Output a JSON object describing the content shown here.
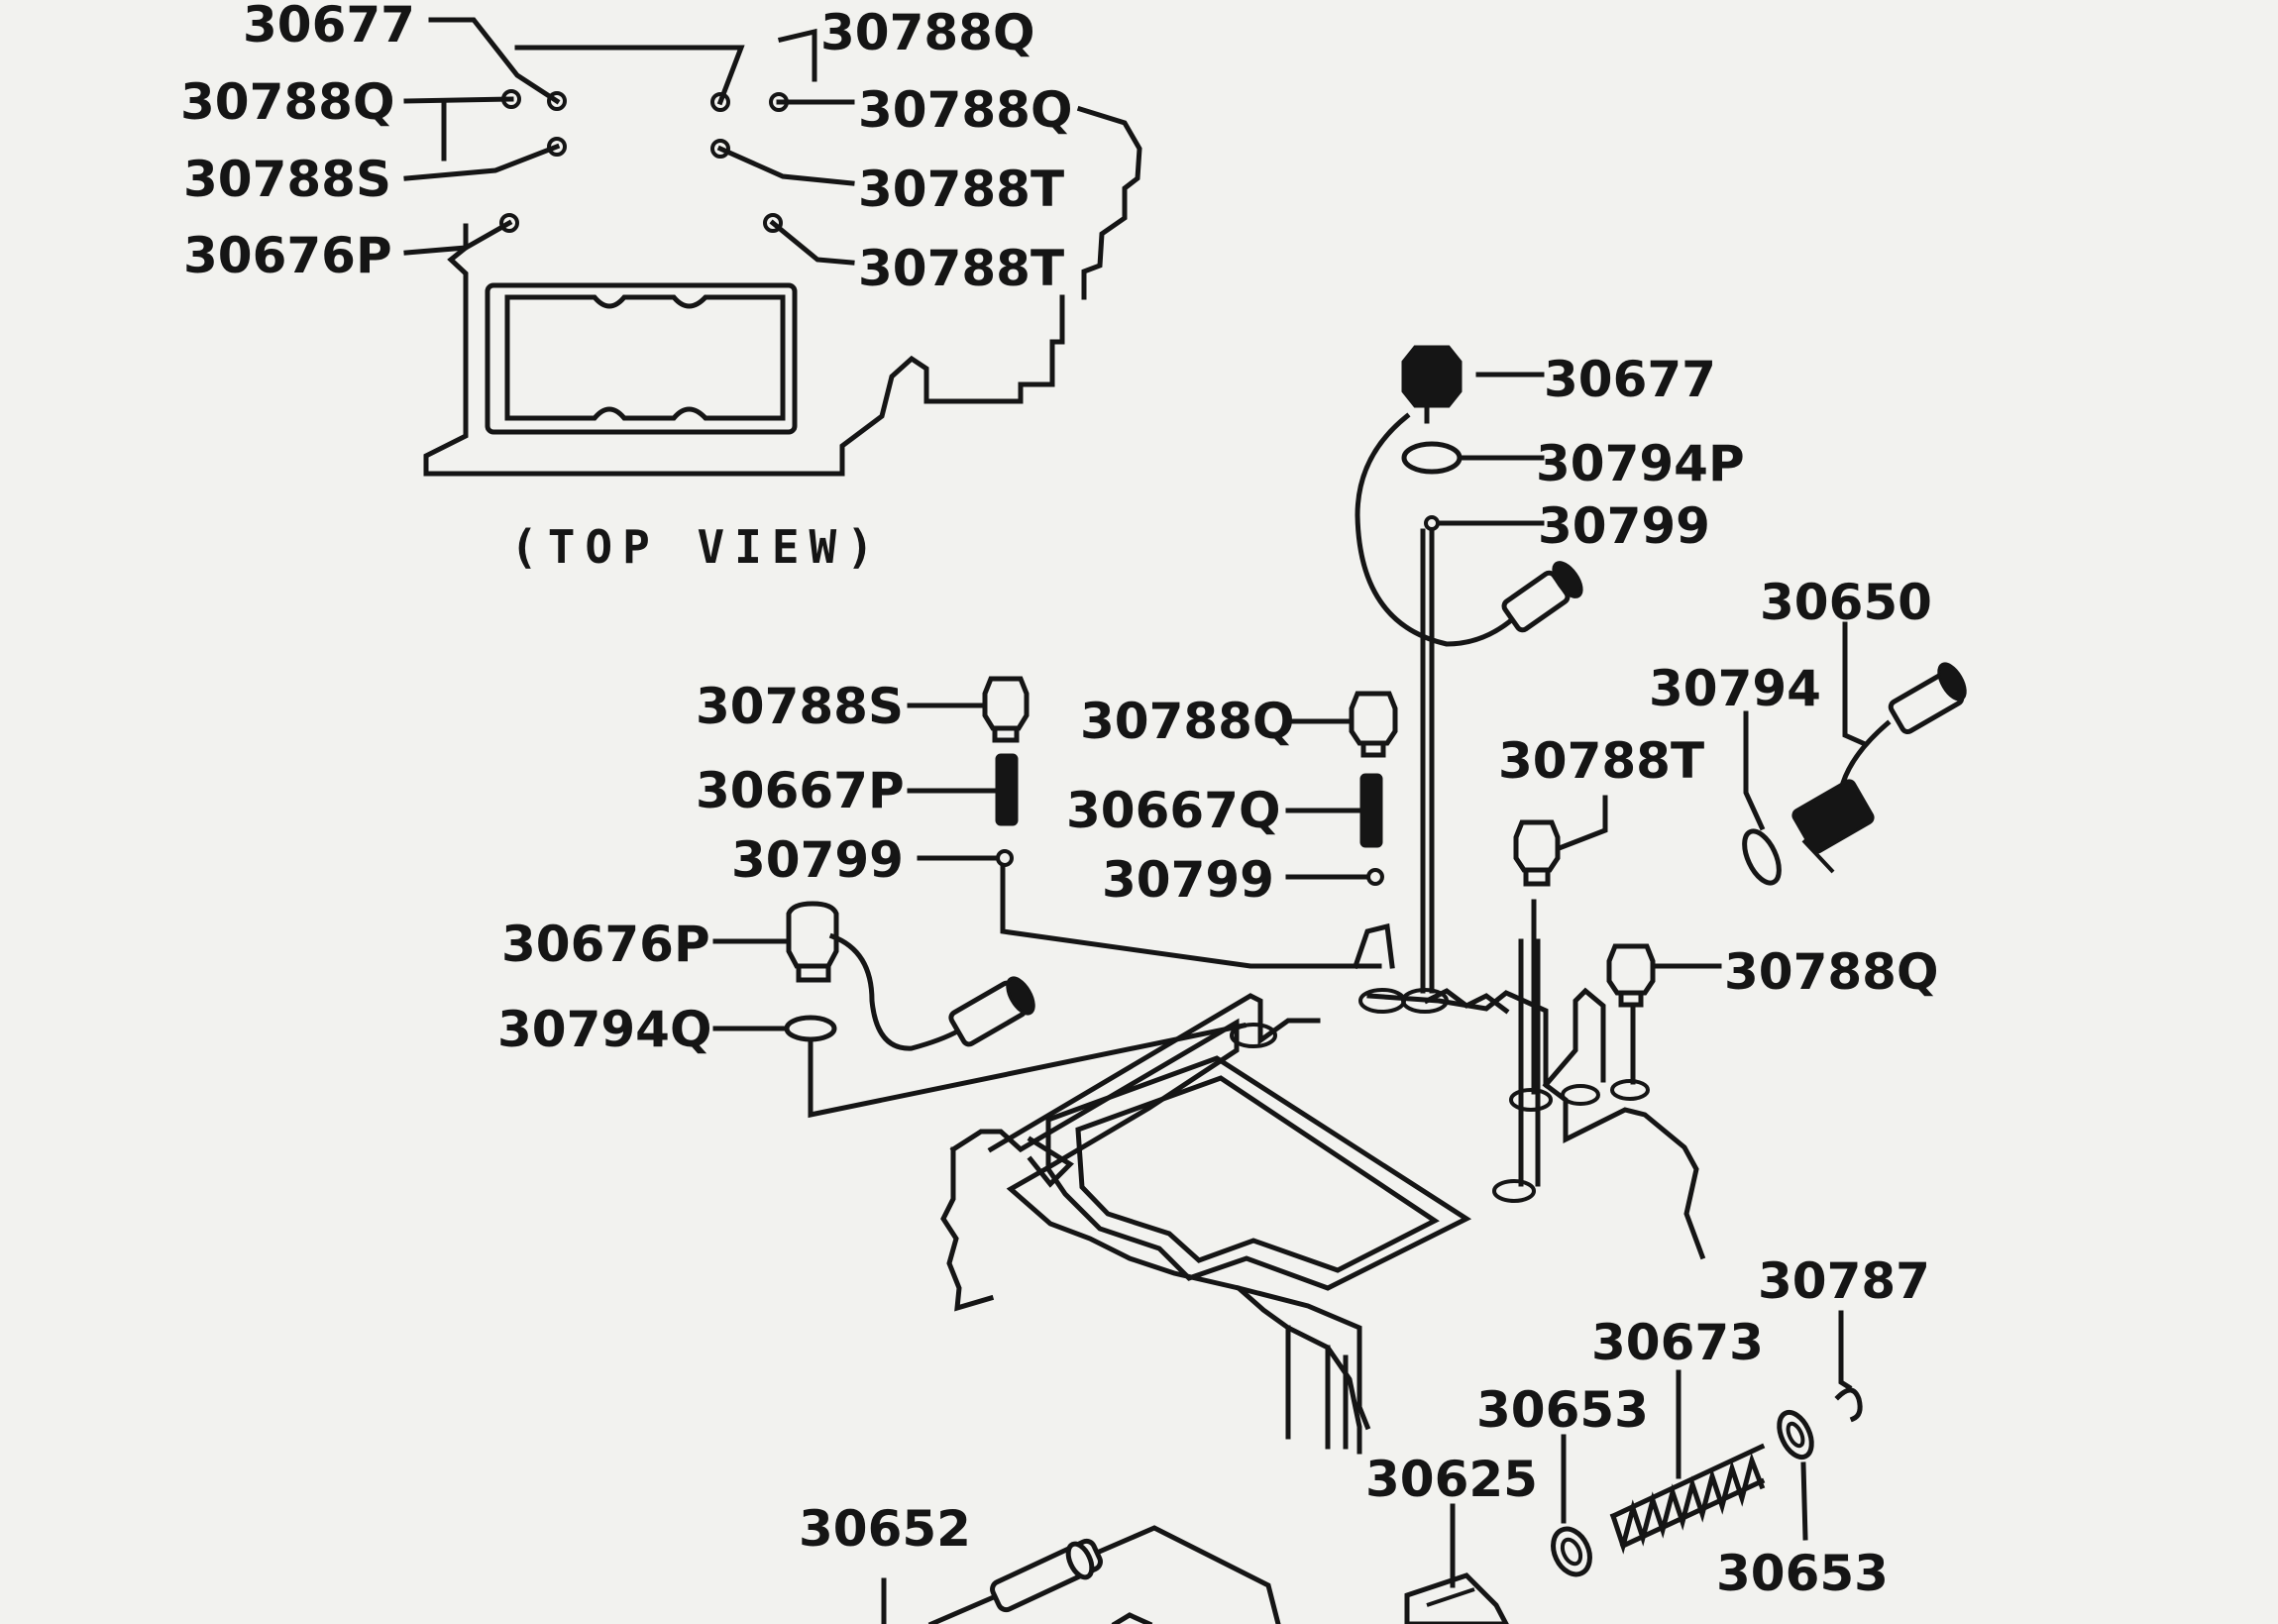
{
  "diagram": {
    "caption": "(TOP VIEW)",
    "top_view_labels": {
      "l_30677": "30677",
      "l_30788Q_a": "30788Q",
      "l_30788S": "30788S",
      "l_30676P": "30676P",
      "r_30788Q_a": "30788Q",
      "r_30788Q_b": "30788Q",
      "r_30788T_a": "30788T",
      "r_30788T_b": "30788T"
    },
    "exploded_labels": {
      "a_30677": "30677",
      "a_30794P": "30794P",
      "a_30799_top": "30799",
      "a_30650": "30650",
      "a_30794": "30794",
      "a_30788S": "30788S",
      "a_30667P": "30667P",
      "a_30799_l": "30799",
      "a_30788Q": "30788Q",
      "a_30667Q": "30667Q",
      "a_30799_m": "30799",
      "a_30788T": "30788T",
      "a_30676P": "30676P",
      "a_30794Q": "30794Q",
      "a_30788Q_r": "30788Q",
      "a_30787": "30787",
      "a_30673": "30673",
      "a_30653_t": "30653",
      "a_30625": "30625",
      "a_30653_b": "30653",
      "a_30652": "30652"
    }
  }
}
